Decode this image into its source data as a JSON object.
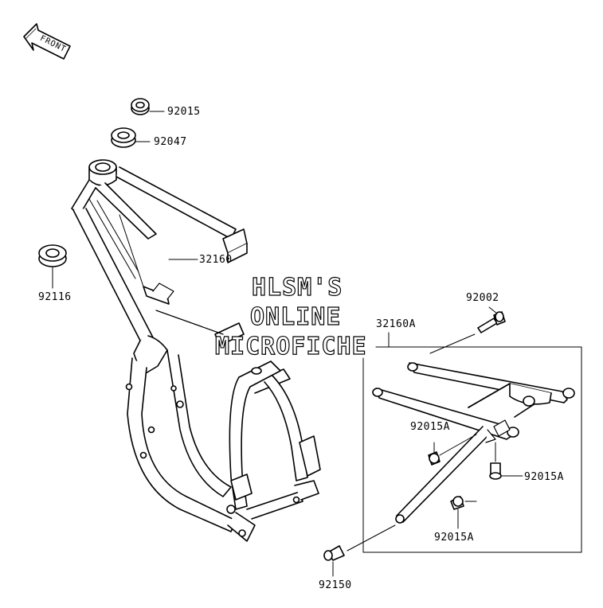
{
  "front_arrow": {
    "label": "FRONT"
  },
  "parts": {
    "p92015": "92015",
    "p92047": "92047",
    "p92116": "92116",
    "p32160": "32160",
    "p92002": "92002",
    "p32160A": "32160A",
    "p92015A_1": "92015A",
    "p92015A_2": "92015A",
    "p92015A_3": "92015A",
    "p92150": "92150"
  },
  "watermark": {
    "line1": "HLSM'S",
    "line2": "ONLINE",
    "line3": "MICROFICHE"
  }
}
